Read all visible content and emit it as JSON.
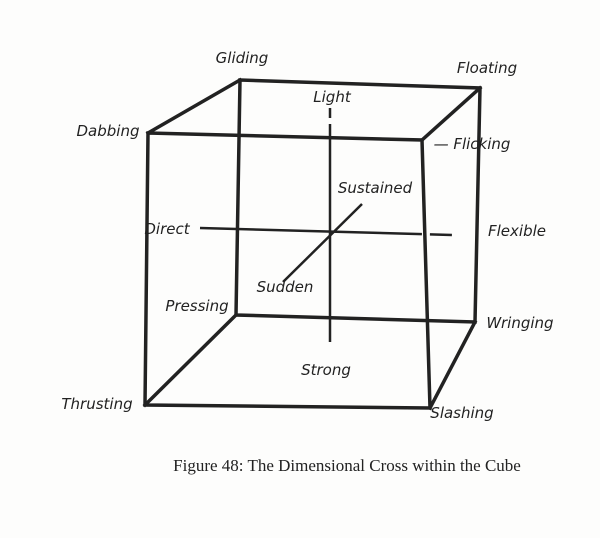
{
  "labels": {
    "gliding": "Gliding",
    "floating": "Floating",
    "light": "Light",
    "dabbing": "Dabbing",
    "flicking": "— Flicking",
    "sustained": "Sustained",
    "direct": "Direct",
    "flexible": "Flexible",
    "sudden": "Sudden",
    "pressing": "Pressing",
    "wringing": "Wringing",
    "strong": "Strong",
    "thrusting": "Thrusting",
    "slashing": "Slashing"
  },
  "caption": "Figure 48: The Dimensional Cross within the Cube",
  "colors": {
    "ink": "#222222",
    "paper": "#fdfdfc"
  }
}
